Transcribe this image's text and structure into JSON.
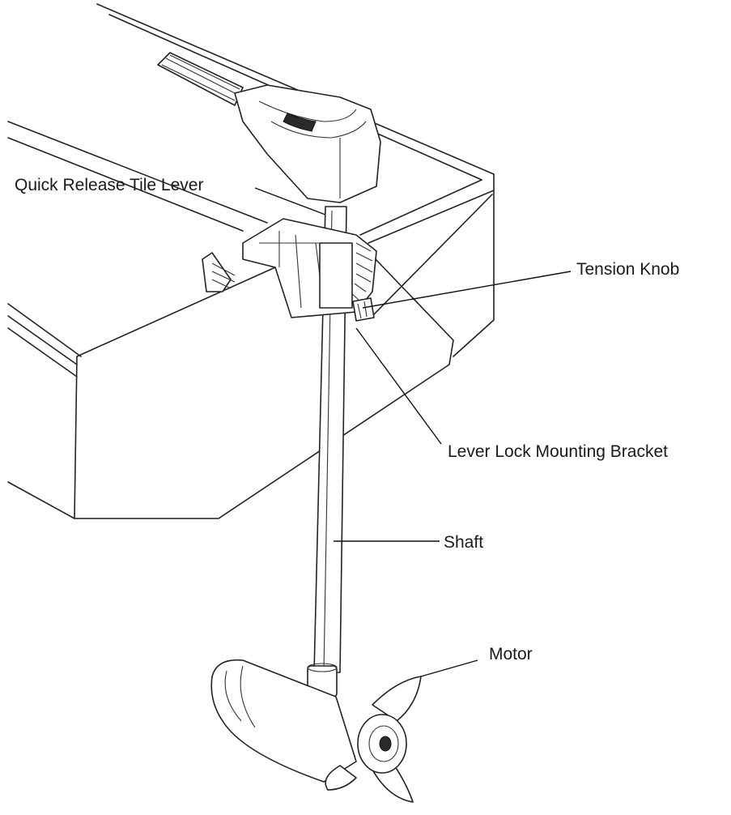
{
  "labels": {
    "quick_release": "Quick Release Tile Lever",
    "tension_knob": "Tension  Knob",
    "bracket": "Lever Lock Mounting Bracket",
    "shaft": "Shaft",
    "motor": "Motor"
  },
  "colors": {
    "line": "#222222",
    "background": "#ffffff"
  }
}
